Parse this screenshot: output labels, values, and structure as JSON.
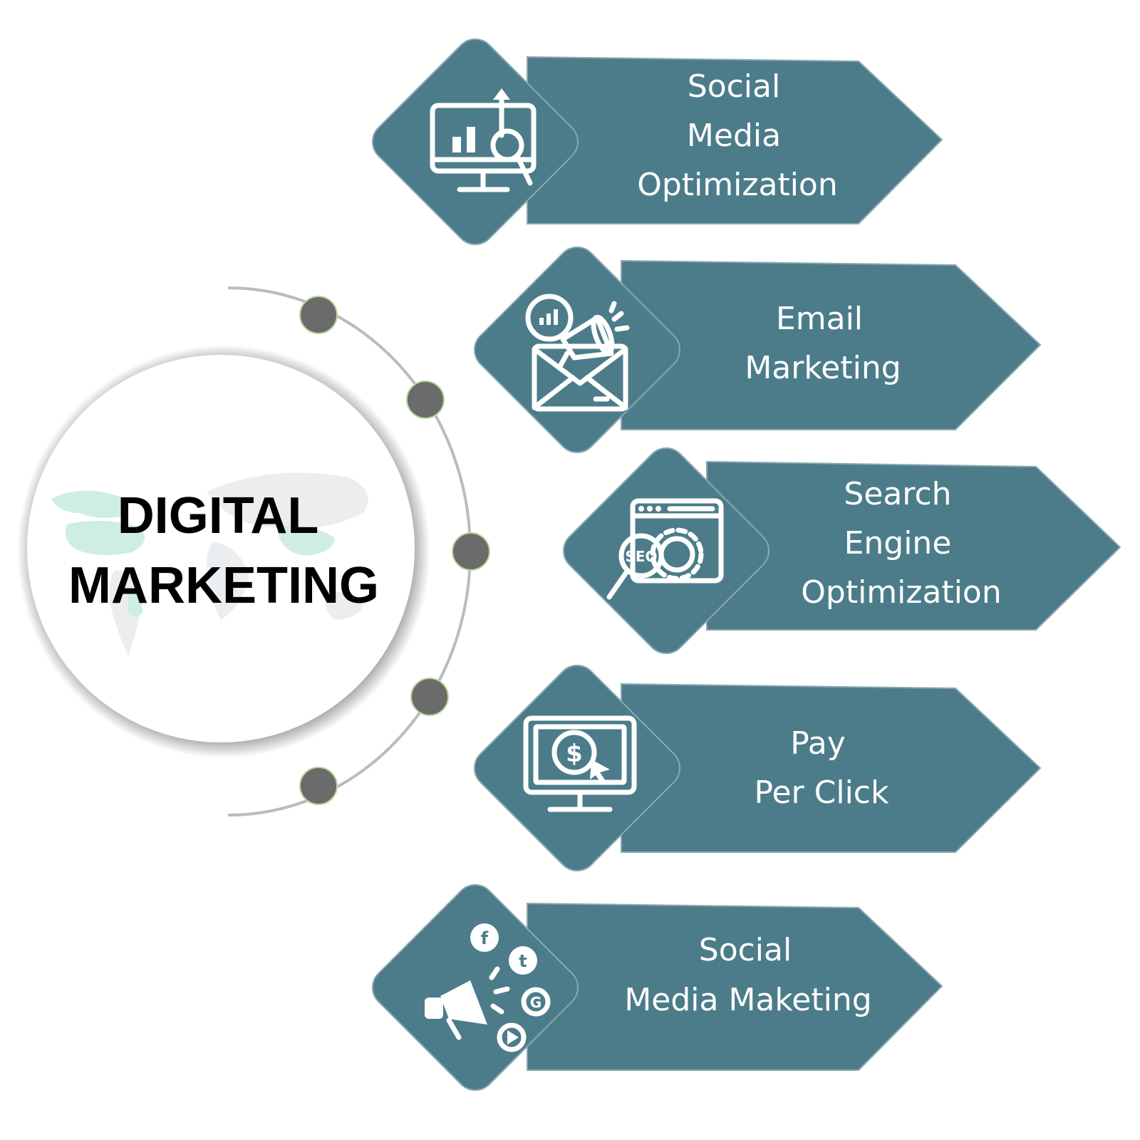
{
  "center": {
    "title_line1": "DIGITAL",
    "title_line2": "MARKETING"
  },
  "colors": {
    "panel": "#4c7c8a",
    "panel_edge": "#8aa7b0",
    "arc": "#b8bcbf",
    "node": "#6b6b6b",
    "node_edge": "#b7d99a",
    "map": "#e9ecee",
    "map_accent": "#c9ece3"
  },
  "items": [
    {
      "name": "social-media-optimization",
      "icon": "monitor-chart-magnifier-icon",
      "lines": [
        "Social",
        "Media",
        "Optimization"
      ]
    },
    {
      "name": "email-marketing",
      "icon": "envelope-megaphone-icon",
      "lines": [
        "Email",
        "Marketing"
      ]
    },
    {
      "name": "search-engine-optimization",
      "icon": "seo-browser-gear-icon",
      "lines": [
        "Search",
        "Engine",
        "Optimization"
      ]
    },
    {
      "name": "pay-per-click",
      "icon": "monitor-dollar-cursor-icon",
      "lines": [
        "Pay",
        "Per Click"
      ]
    },
    {
      "name": "social-media-marketing",
      "icon": "megaphone-social-icons-icon",
      "lines": [
        "Social",
        "Media Maketing"
      ]
    }
  ]
}
